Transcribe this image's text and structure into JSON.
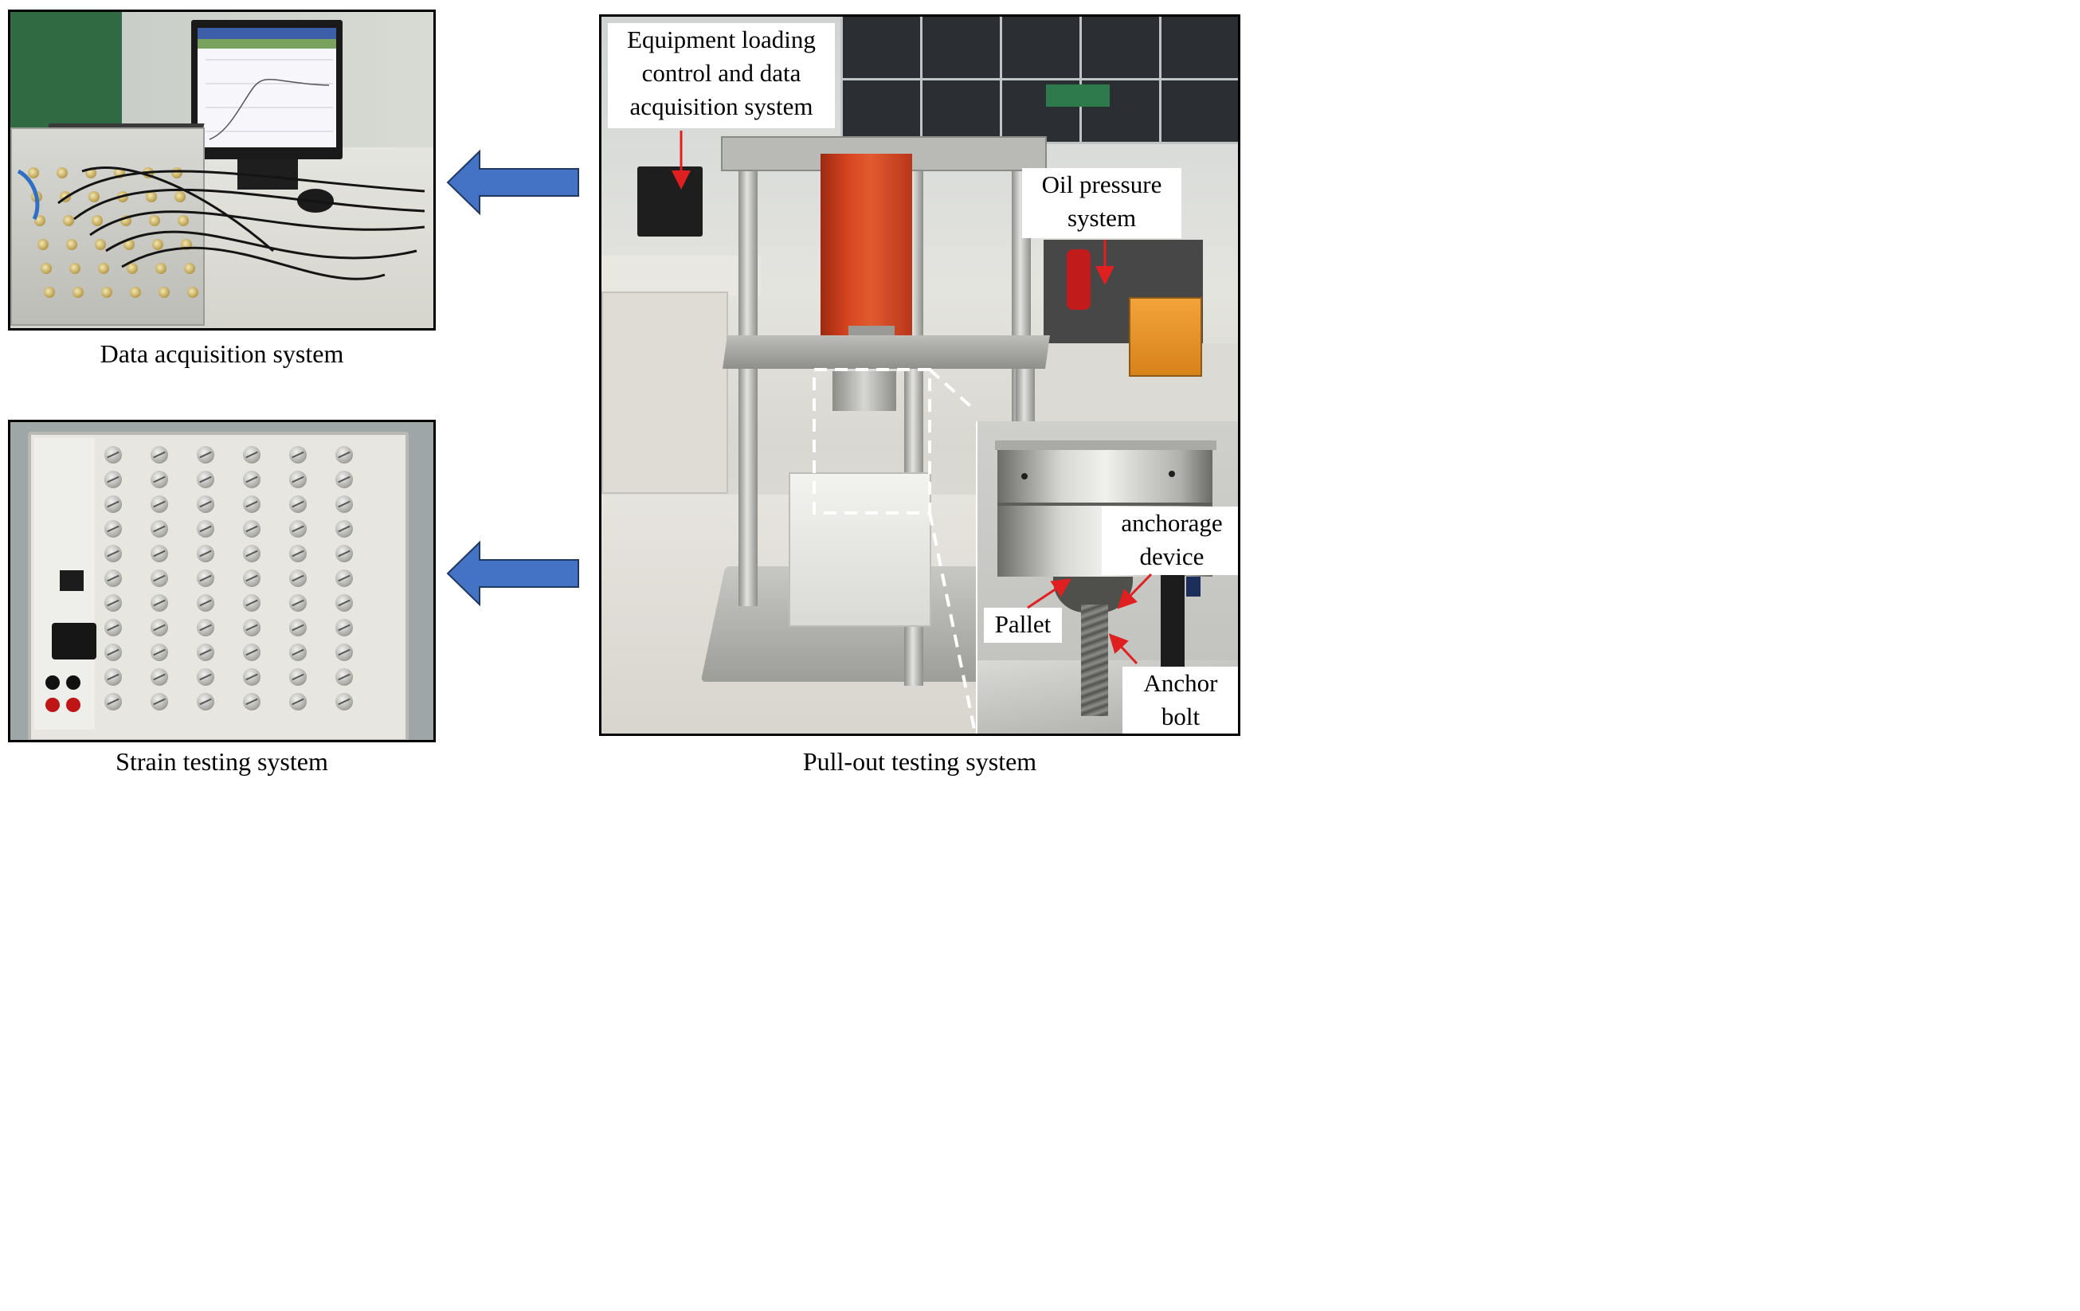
{
  "captions": {
    "daq": "Data acquisition system",
    "strain": "Strain testing system",
    "pullout": "Pull-out testing system"
  },
  "labels": {
    "equipment": [
      "Equipment loading",
      "control and data",
      "acquisition system"
    ],
    "oil": [
      "Oil pressure",
      "system"
    ],
    "anchorage": [
      "anchorage",
      "device"
    ],
    "pallet": "Pallet",
    "anchor_bolt": [
      "Anchor",
      "bolt"
    ]
  },
  "colors": {
    "arrow_fill": "#4472c4",
    "arrow_stroke": "#1f3864",
    "pointer": "#e02020",
    "dashed_box": "#ffffff"
  }
}
